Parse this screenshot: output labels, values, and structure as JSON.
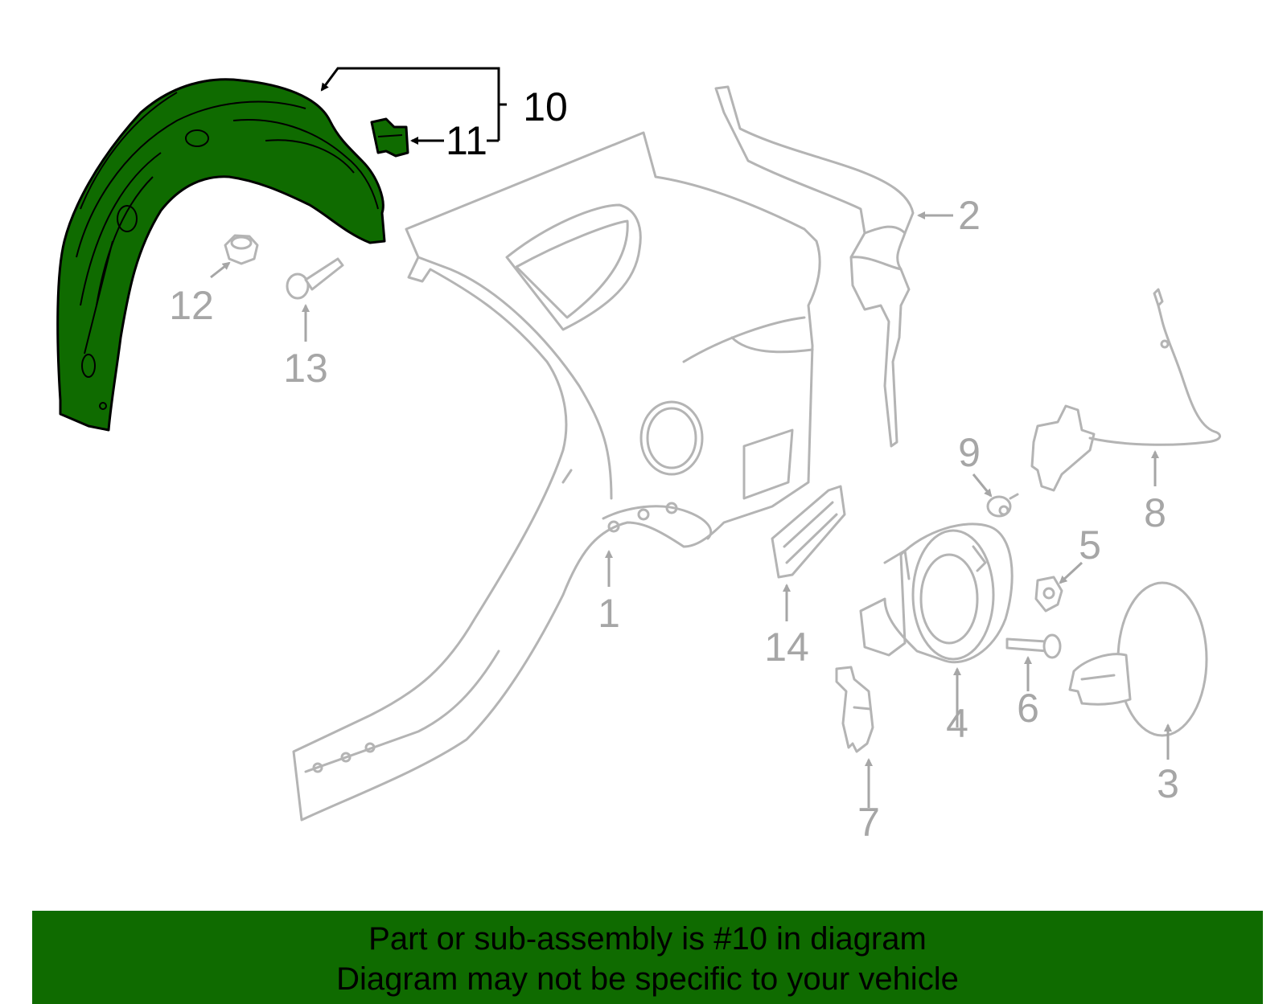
{
  "labels": {
    "p1": "1",
    "p2": "2",
    "p3": "3",
    "p4": "4",
    "p5": "5",
    "p6": "6",
    "p7": "7",
    "p8": "8",
    "p9": "9",
    "p10": "10",
    "p11": "11",
    "p12": "12",
    "p13": "13",
    "p14": "14"
  },
  "highlight_part": "10",
  "colors": {
    "highlight": "#0f6b00",
    "parts": "#b4b4b4",
    "labels": "#a6a6a6",
    "banner": "#0f6b00"
  },
  "banner": {
    "line1": "Part or sub-assembly is #10 in diagram",
    "line2": "Diagram may not be specific to your vehicle"
  }
}
